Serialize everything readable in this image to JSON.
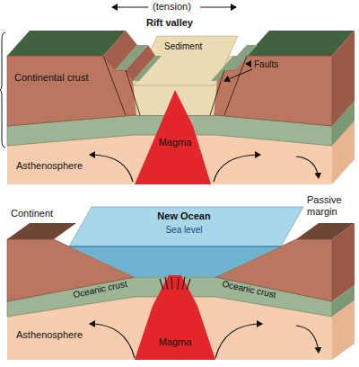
{
  "diagram": {
    "labels": [
      "(tension)",
      "Rift valley",
      "Sediment",
      "Continental crust",
      "Faults",
      "Magma",
      "Asthenosphere",
      "Continent",
      "New Ocean",
      "Sea level",
      "Passive margin",
      "Oceanic crust",
      "Oceanic crust",
      "Asthenosphere",
      "Magma"
    ]
  }
}
